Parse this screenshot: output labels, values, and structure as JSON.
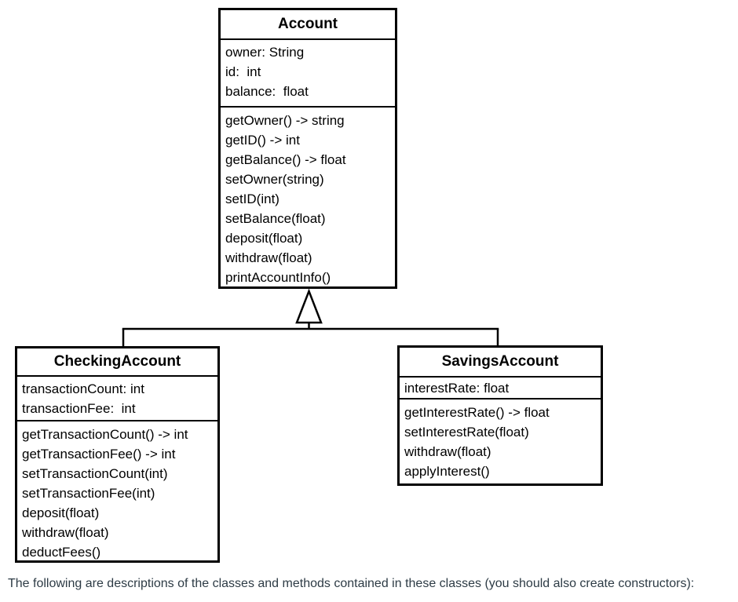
{
  "diagram": {
    "classes": [
      {
        "name": "Account",
        "attributes": [
          "owner: String",
          "id:  int",
          "balance:  float"
        ],
        "methods": [
          "getOwner() -> string",
          "getID() -> int",
          "getBalance() -> float",
          "setOwner(string)",
          "setID(int)",
          "setBalance(float)",
          "deposit(float)",
          "withdraw(float)",
          "printAccountInfo()"
        ]
      },
      {
        "name": "CheckingAccount",
        "attributes": [
          "transactionCount: int",
          "transactionFee:  int"
        ],
        "methods": [
          "getTransactionCount() -> int",
          "getTransactionFee() -> int",
          "setTransactionCount(int)",
          "setTransactionFee(int)",
          "deposit(float)",
          "withdraw(float)",
          "deductFees()"
        ]
      },
      {
        "name": "SavingsAccount",
        "attributes": [
          "interestRate: float"
        ],
        "methods": [
          "getInterestRate() -> float",
          "setInterestRate(float)",
          "withdraw(float)",
          "applyInterest()"
        ]
      }
    ],
    "relationship": "inheritance"
  },
  "footer": {
    "text": "The following are descriptions of the classes and methods contained in these classes (you should also create constructors):"
  },
  "colors": {
    "diagram_line": "#000000",
    "footer_text": "#2d3b45",
    "background": "#ffffff"
  }
}
